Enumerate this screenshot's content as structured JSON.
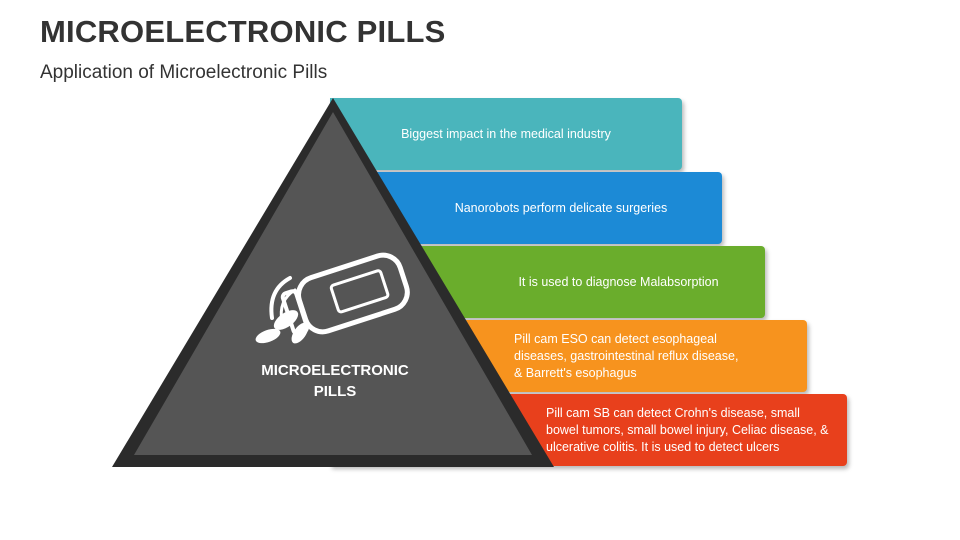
{
  "header": {
    "title": "MICROELECTRONIC PILLS",
    "subtitle": "Application of Microelectronic Pills"
  },
  "pyramid": {
    "label_line1": "MICROELECTRONIC",
    "label_line2": "PILLS",
    "icon": "pill-bottle-icon",
    "fill_color": "#555555",
    "outline_color": "#2b2b2b"
  },
  "bars": [
    {
      "text": "Biggest impact in the medical industry",
      "color": "#4ab5bc"
    },
    {
      "text": "Nanorobots perform delicate surgeries",
      "color": "#1c8ad6"
    },
    {
      "text": "It is used to diagnose Malabsorption",
      "color": "#6aad2c"
    },
    {
      "text": "Pill cam ESO can detect esophageal diseases, gastrointestinal reflux disease, & Barrett's esophagus",
      "color": "#f7931e"
    },
    {
      "text": "Pill cam SB can detect Crohn's disease, small bowel tumors, small bowel injury,  Celiac disease, & ulcerative colitis. It is used to detect ulcers",
      "color": "#e8401c"
    }
  ]
}
